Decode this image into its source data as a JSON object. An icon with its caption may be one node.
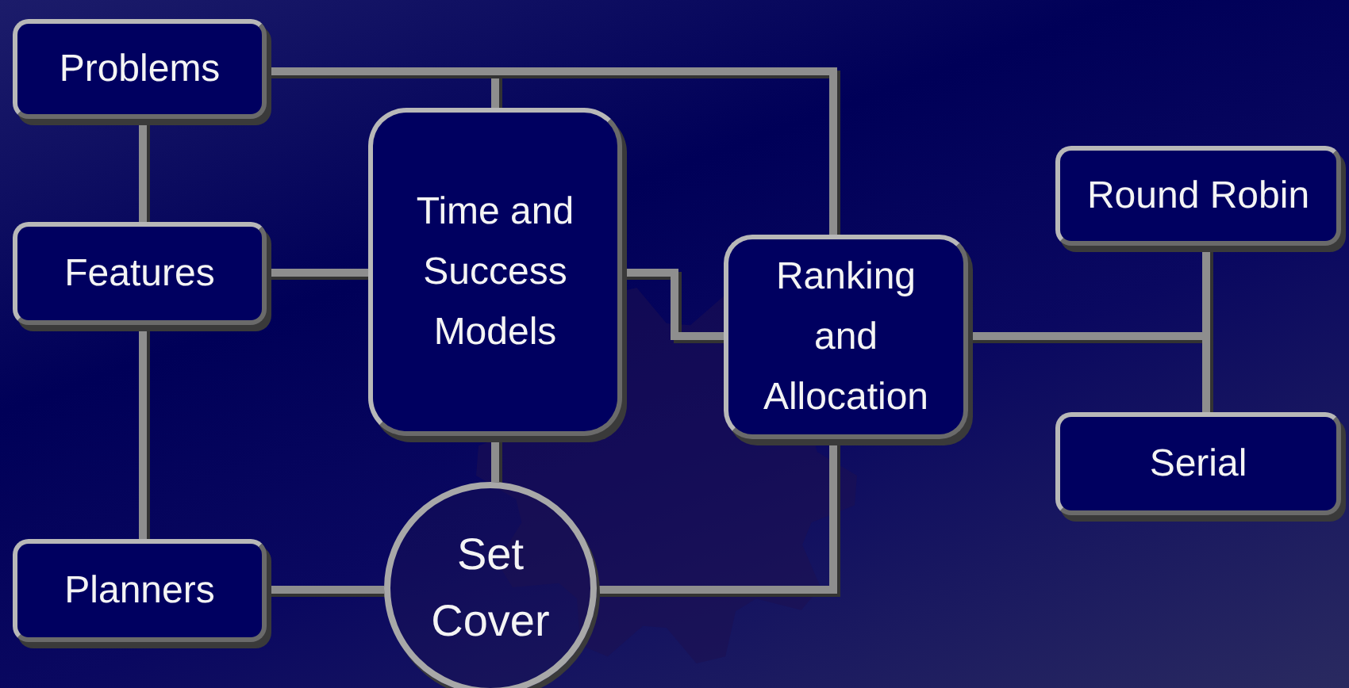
{
  "diagram": {
    "nodes": [
      {
        "text": [
          "Problems"
        ]
      },
      {
        "text": [
          "Features"
        ]
      },
      {
        "text": [
          "Time and Success Models"
        ]
      },
      {
        "text": [
          "Ranking and Allocation"
        ]
      },
      {
        "text": [
          "Round Robin"
        ]
      },
      {
        "text": [
          "Serial"
        ]
      },
      {
        "text": [
          "Planners"
        ]
      },
      {
        "text": [
          "Set Cover"
        ]
      }
    ],
    "edges": [
      {
        "from": 0,
        "to": 1,
        "arrow": "none"
      },
      {
        "from": 1,
        "to": 6,
        "arrow": "none"
      },
      {
        "from": 0,
        "to": 2,
        "arrow": "none"
      },
      {
        "from": 0,
        "to": 3,
        "arrow": "none"
      },
      {
        "from": 1,
        "to": 2,
        "arrow": "none"
      },
      {
        "from": 2,
        "to": 3,
        "arrow": "none"
      },
      {
        "from": 3,
        "to": 4,
        "arrow": "none"
      },
      {
        "from": 3,
        "to": 5,
        "arrow": "none"
      },
      {
        "from": 2,
        "to": 7,
        "arrow": "none"
      },
      {
        "from": 6,
        "to": 7,
        "arrow": "none"
      },
      {
        "from": 7,
        "to": 3,
        "arrow": "none"
      }
    ]
  }
}
